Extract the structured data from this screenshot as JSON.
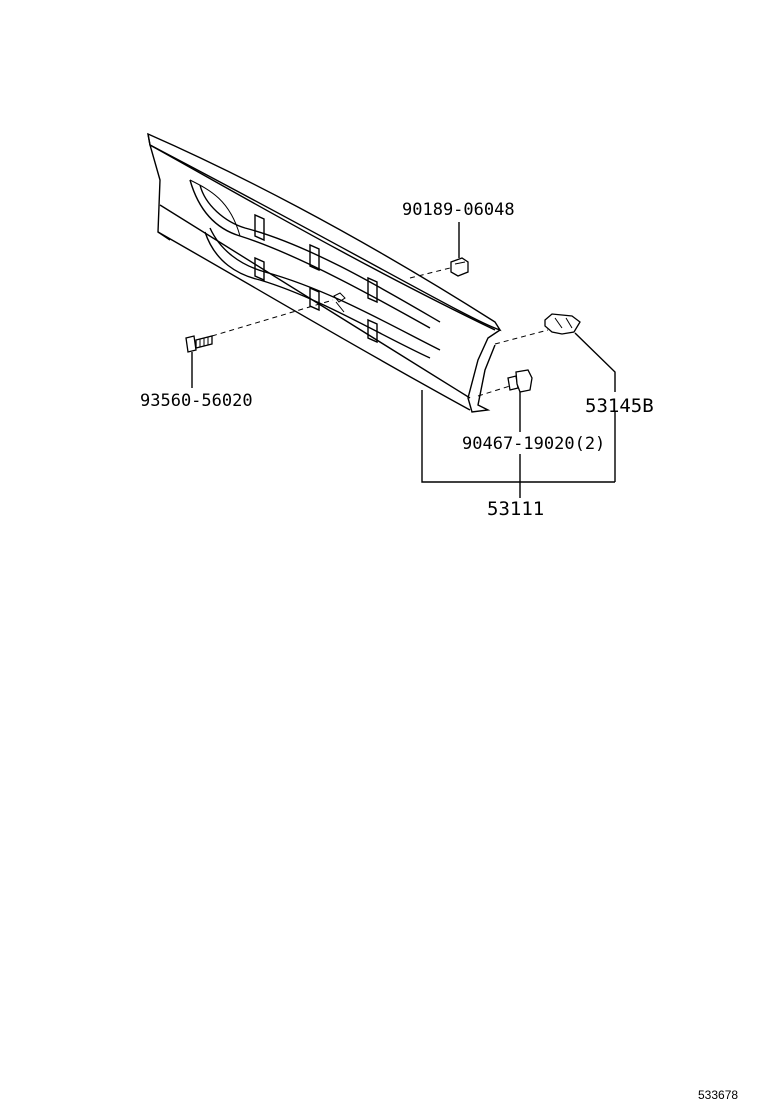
{
  "parts": {
    "p90189": "90189-06048",
    "p93560": "93560-56020",
    "p53145b": "53145B",
    "p90467": "90467-19020(2)",
    "p53111": "53111"
  },
  "diagram_ref": "533678",
  "colors": {
    "line": "#000000",
    "background": "#ffffff"
  }
}
